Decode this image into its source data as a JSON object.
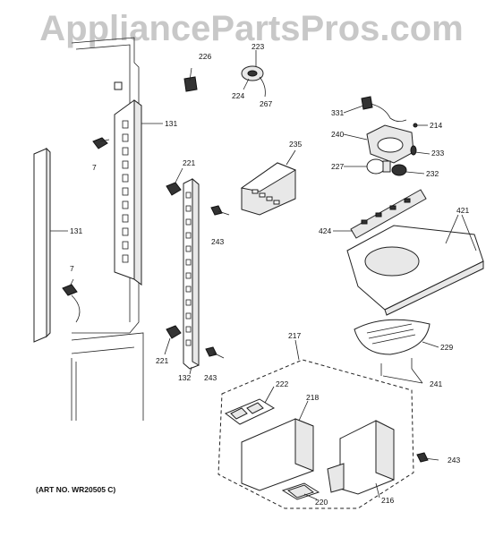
{
  "watermark": "AppliancePartsPros.com",
  "art_number": "(ART NO. WR20505 C)",
  "labels": {
    "l226": "226",
    "l223": "223",
    "l224": "224",
    "l267": "267",
    "l131a": "131",
    "l131b": "131",
    "l7a": "7",
    "l7b": "7",
    "l221a": "221",
    "l221b": "221",
    "l243a": "243",
    "l243b": "243",
    "l243c": "243",
    "l132": "132",
    "l235": "235",
    "l331": "331",
    "l214": "214",
    "l240": "240",
    "l233": "233",
    "l227": "227",
    "l232": "232",
    "l421": "421",
    "l424": "424",
    "l229": "229",
    "l241": "241",
    "l217": "217",
    "l222": "222",
    "l218": "218",
    "l220": "220",
    "l216": "216"
  }
}
